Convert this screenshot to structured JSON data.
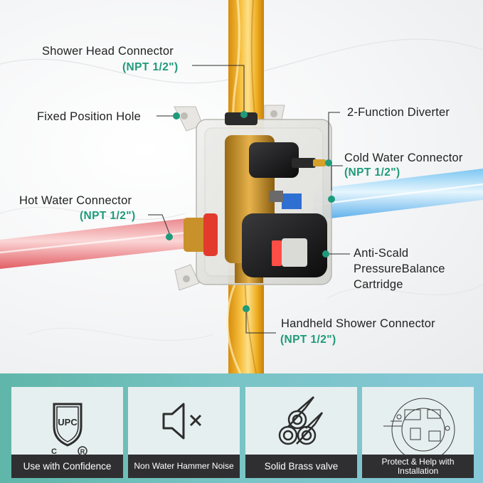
{
  "callouts": {
    "shower_head": {
      "title": "Shower Head Connector",
      "spec": "(NPT 1/2\")"
    },
    "fixed_hole": {
      "title": "Fixed Position Hole"
    },
    "diverter": {
      "title": "2-Function Diverter"
    },
    "cold_water": {
      "title": "Cold Water Connector",
      "spec": "(NPT 1/2\")"
    },
    "hot_water": {
      "title": "Hot Water Connector",
      "spec": "(NPT 1/2\")"
    },
    "anti_scald": {
      "line1": "Anti-Scald",
      "line2": "PressureBalance",
      "line3": "Cartridge"
    },
    "handheld": {
      "title": "Handheld Shower Connector",
      "spec": "(NPT 1/2\")"
    }
  },
  "features": [
    {
      "label": "Use with Confidence",
      "icon": "upc-certification-icon",
      "badge": {
        "top": "UPC",
        "left": "C",
        "right": "R"
      }
    },
    {
      "label": "Non Water Hammer Noise",
      "icon": "speaker-mute-icon"
    },
    {
      "label": "Solid Brass valve",
      "icon": "brass-pipes-icon"
    },
    {
      "label": "Protect & Help with Installation",
      "icon": "installation-cover-icon"
    }
  ],
  "colors": {
    "accent": "#1f9a7a",
    "hot": "#e8474b",
    "cold": "#4aa8e8",
    "brass": "#e3a21a",
    "caption_bg": "#2f2f31"
  }
}
